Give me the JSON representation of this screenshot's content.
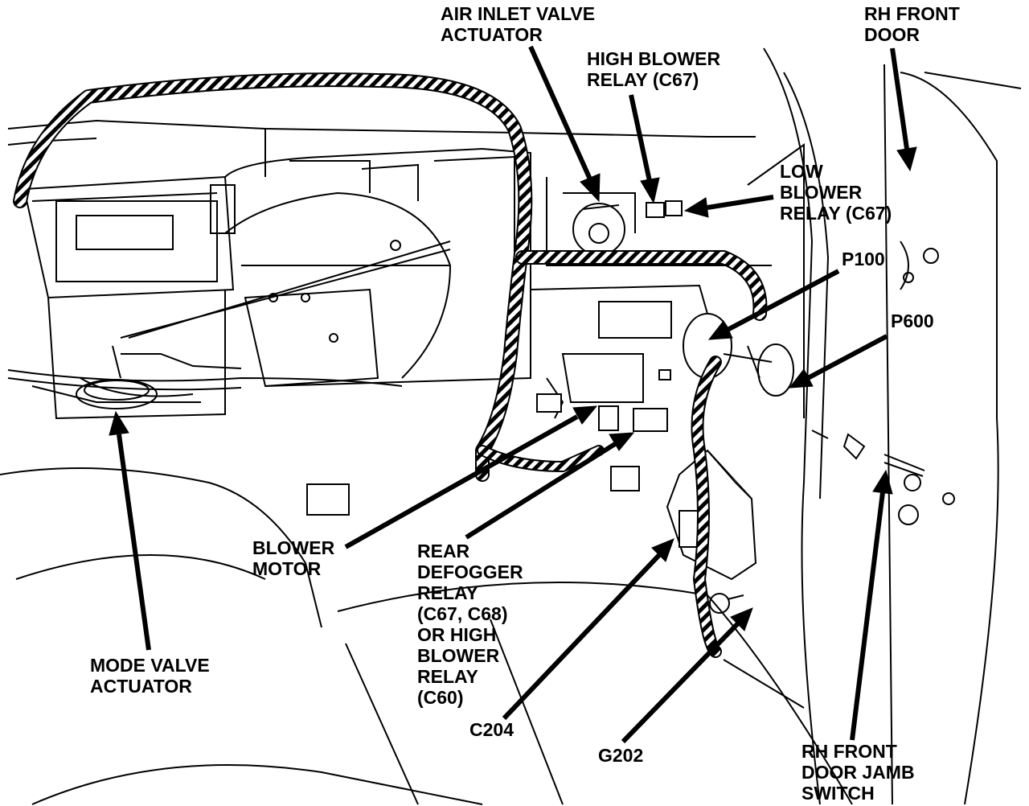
{
  "labels": {
    "air_inlet_valve_actuator": [
      "AIR INLET VALVE",
      "ACTUATOR"
    ],
    "high_blower_relay": [
      "HIGH BLOWER",
      "RELAY (C67)"
    ],
    "rh_front_door": [
      "RH FRONT",
      "DOOR"
    ],
    "low_blower_relay": [
      "LOW",
      "BLOWER",
      "RELAY (C67)"
    ],
    "p100": [
      "P100"
    ],
    "p600": [
      "P600"
    ],
    "blower_motor": [
      "BLOWER",
      "MOTOR"
    ],
    "rear_defogger_relay": [
      "REAR",
      "DEFOGGER",
      "RELAY",
      "(C67, C68)",
      "OR HIGH",
      "BLOWER",
      "RELAY",
      "(C60)"
    ],
    "mode_valve_actuator": [
      "MODE VALVE",
      "ACTUATOR"
    ],
    "c204": [
      "C204"
    ],
    "g202": [
      "G202"
    ],
    "rh_front_door_jamb_switch": [
      "RH FRONT",
      "DOOR JAMB",
      "SWITCH"
    ]
  },
  "colors": {
    "ink": "#000000",
    "paper": "#ffffff"
  }
}
